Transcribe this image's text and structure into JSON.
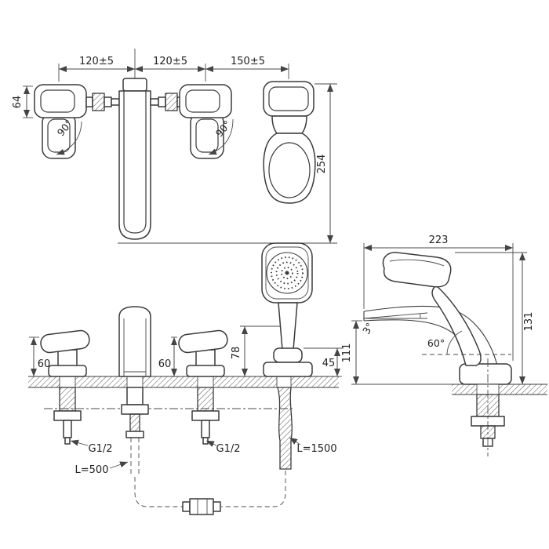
{
  "views": {
    "top": {
      "dims": {
        "spacing_left": "120±5",
        "spacing_mid": "120±5",
        "spacing_right": "150±5",
        "handle_width": "64",
        "shower_length": "254"
      },
      "angles": {
        "left": "90°",
        "right": "90°"
      }
    },
    "front": {
      "dims": {
        "handle_height_left": "60",
        "handle_height_right": "60",
        "shower_holder_height": "78",
        "holder_base_height": "45"
      },
      "labels": {
        "thread_left": "G1/2",
        "thread_right": "G1/2",
        "hose_spout": "L=500",
        "hose_shower": "L=1500"
      }
    },
    "side": {
      "dims": {
        "length": "223",
        "overall_height": "131",
        "spout_height": "111"
      },
      "angles": {
        "spout_tilt": "3°",
        "handle_angle": "60°"
      }
    }
  }
}
